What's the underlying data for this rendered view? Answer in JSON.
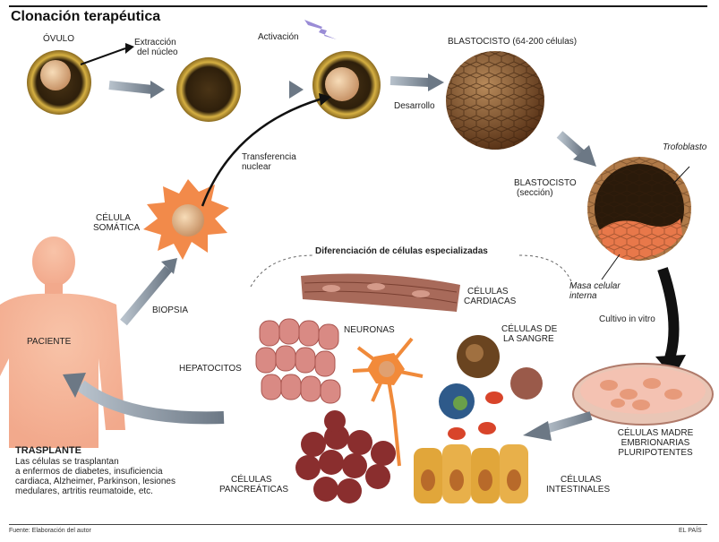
{
  "title": "Clonación terapéutica",
  "labels": {
    "ovulo": "ÓVULO",
    "extraccion": [
      "Extracción",
      "del núcleo"
    ],
    "activacion": "Activación",
    "blastocisto": "BLASTOCISTO (64-200 células)",
    "desarrollo": "Desarrollo",
    "transferencia": [
      "Transferencia",
      "nuclear"
    ],
    "celula_somatica": [
      "CÉLULA",
      "SOMÁTICA"
    ],
    "trofoblasto": "Trofoblasto",
    "blastocisto_seccion": [
      "BLASTOCISTO",
      "(sección)"
    ],
    "masa_celular": [
      "Masa celular",
      "interna"
    ],
    "diferenciacion": "Diferenciación de células especializadas",
    "celulas_cardiacas": [
      "CÉLULAS",
      "CARDIACAS"
    ],
    "paciente": "PACIENTE",
    "biopsia": "BIOPSIA",
    "neuronas": "NEURONAS",
    "celulas_sangre": [
      "CÉLULAS DE",
      "LA SANGRE"
    ],
    "hepatocitos": "HEPATOCITOS",
    "cultivo": "Cultivo in vitro",
    "celulas_madre": [
      "CÉLULAS MADRE",
      "EMBRIONARIAS",
      "PLURIPOTENTES"
    ],
    "trasplante_title": "TRASPLANTE",
    "trasplante_text": [
      "Las células se trasplantan",
      "a enfermos de diabetes, insuficiencia",
      "cardiaca, Alzheimer, Parkinson, lesiones",
      "medulares, artritis reumatoide, etc."
    ],
    "celulas_pancreaticas": [
      "CÉLULAS",
      "PANCREÁTICAS"
    ],
    "celulas_intestinales": [
      "CÉLULAS",
      "INTESTINALES"
    ]
  },
  "footer": {
    "source": "Fuente: Elaboración del autor",
    "credit": "EL PAÍS"
  },
  "colors": {
    "skin": "#f2a98c",
    "cell_gold": "#c99a3a",
    "cell_dark": "#3a2a12",
    "arrow_gray": "#8a94a0",
    "hepato": "#d98a84",
    "pancreas": "#8a2e2e",
    "intestine": "#e1a63a",
    "neuron": "#f08a3a",
    "dish": "#f4c2b2"
  }
}
